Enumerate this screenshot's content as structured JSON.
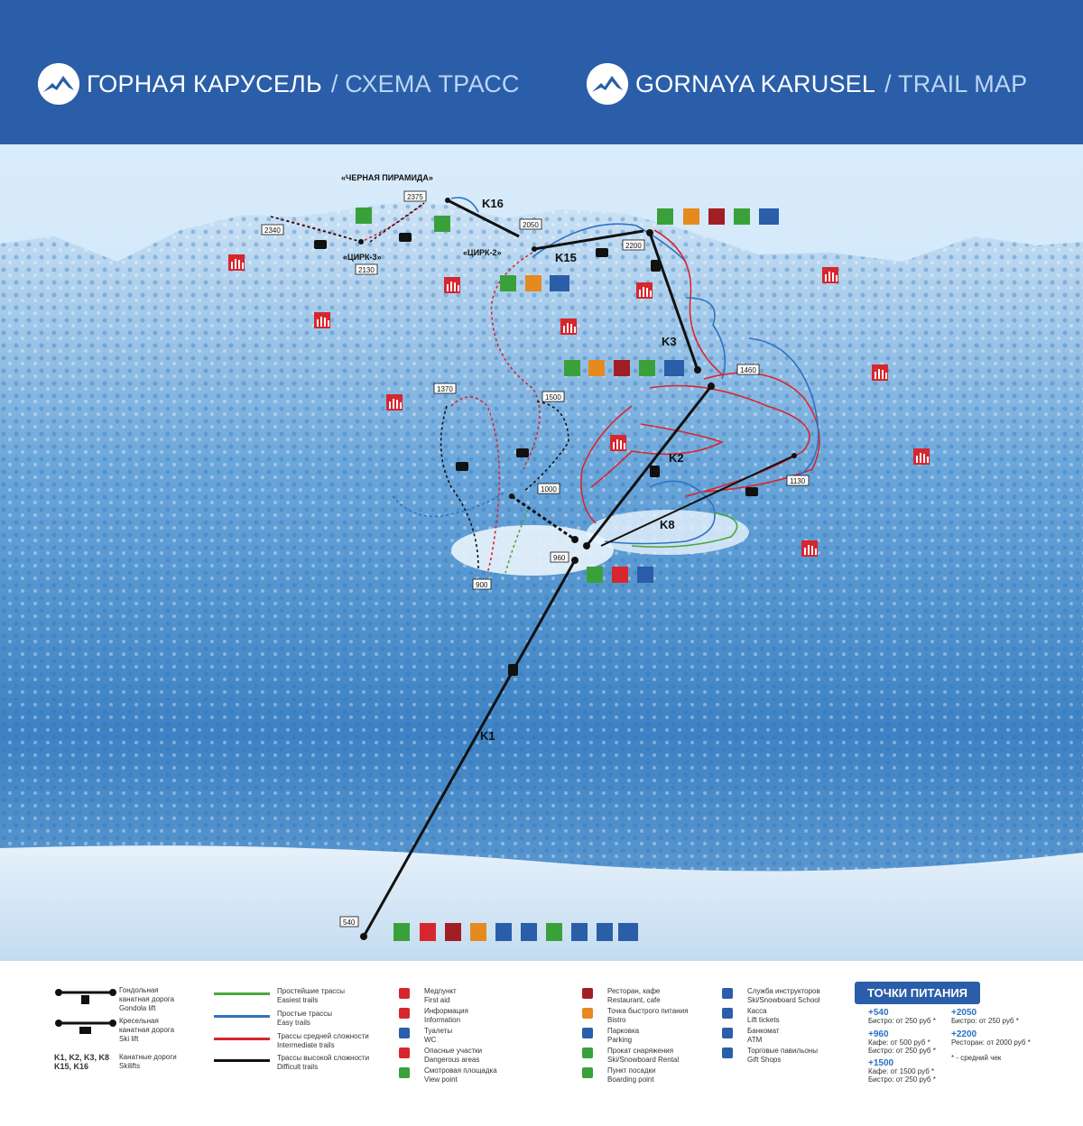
{
  "header": {
    "title_ru": "ГОРНАЯ КАРУСЕЛЬ",
    "sub_ru": "/ СХЕМА ТРАСС",
    "title_en": "GORNAYA KARUSEL",
    "sub_en": "/ TRAIL MAP"
  },
  "map": {
    "peak_name": "«ЧЕРНАЯ ПИРАМИДА»",
    "zones": [
      "«ЦИРК-3»",
      "«ЦИРК-2»"
    ],
    "lifts": [
      {
        "id": "K16"
      },
      {
        "id": "K15"
      },
      {
        "id": "K3"
      },
      {
        "id": "K2"
      },
      {
        "id": "K8"
      },
      {
        "id": "K1"
      }
    ],
    "elevations": [
      "2375",
      "2340",
      "2130",
      "2050",
      "2200",
      "1460",
      "1370",
      "1500",
      "1000",
      "1130",
      "960",
      "900",
      "540"
    ]
  },
  "legend": {
    "lifts": [
      {
        "text": "Гондольная\nканатная дорога\nGondola lift"
      },
      {
        "text": "Кресельная\nканатная дорога\nSki lift"
      },
      {
        "codes": "K1, K2, K3, K8\nK15, K16",
        "text": "Канатные дороги\nSkilifts"
      }
    ],
    "trails": [
      {
        "text": "Простейшие трассы\nEasiest trails",
        "color": "#4aa83c"
      },
      {
        "text": "Простые трассы\nEasy trails",
        "color": "#2f73c4"
      },
      {
        "text": "Трассы средней сложности\nIntermediate trails",
        "color": "#d8262e"
      },
      {
        "text": "Трассы высокой сложности\nDifficult trails",
        "color": "#111111"
      }
    ],
    "services_a": [
      {
        "icon": "first-aid-icon",
        "color": "#d8262e",
        "text": "Медпункт\nFirst aid"
      },
      {
        "icon": "information-icon",
        "color": "#d8262e",
        "text": "Информация\nInformation"
      },
      {
        "icon": "wc-icon",
        "color": "#2a5ea8",
        "text": "Туалеты\nWC"
      },
      {
        "icon": "danger-hand-icon",
        "color": "#d8262e",
        "text": "Опасные участки\nDangerous areas"
      },
      {
        "icon": "binoculars-icon",
        "color": "#3aa13a",
        "text": "Смотровая площадка\nView point"
      }
    ],
    "services_b": [
      {
        "icon": "cocktail-icon",
        "color": "#a11f24",
        "text": "Ресторан, кафе\nRestaurant, cafe"
      },
      {
        "icon": "burger-icon",
        "color": "#e68a1f",
        "text": "Точка быстрого питания\nBistro"
      },
      {
        "icon": "parking-icon",
        "color": "#2a5ea8",
        "text": "Парковка\nParking"
      },
      {
        "icon": "ski-boot-icon",
        "color": "#3aa13a",
        "text": "Прокат снаряжения\nSki/Snowboard Rental"
      },
      {
        "icon": "boarding-icon",
        "color": "#3aa13a",
        "text": "Пункт посадки\nBoarding point"
      }
    ],
    "services_c": [
      {
        "icon": "ski-school-icon",
        "color": "#2a5ea8",
        "text": "Служба инструкторов\nSki/Snowboard School"
      },
      {
        "icon": "ticket-icon",
        "color": "#2a5ea8",
        "text": "Касса\nLift tickets"
      },
      {
        "icon": "atm-icon",
        "color": "#2a5ea8",
        "text": "Банкомат\nATM"
      },
      {
        "icon": "gift-shop-icon",
        "color": "#2a5ea8",
        "text": "Торговые павильоны\nGift Shops"
      }
    ]
  },
  "food": {
    "title": "ТОЧКИ ПИТАНИЯ",
    "entries": [
      {
        "alt": "+540",
        "lines": "Бистро: от 250 руб *"
      },
      {
        "alt": "+960",
        "lines": "Кафе: от 500 руб *\nБистро: от 250 руб *"
      },
      {
        "alt": "+1500",
        "lines": "Кафе: от 1500 руб *\nБистро: от 250 руб *"
      },
      {
        "alt": "+2050",
        "lines": "Бистро: от 250 руб *"
      },
      {
        "alt": "+2200",
        "lines": "Ресторан: от 2000 руб *"
      }
    ],
    "note": "* - средний чек"
  },
  "colors": {
    "header_bg": "#2a5ea8",
    "easiest": "#4aa83c",
    "easy": "#2f73c4",
    "intermediate": "#d8262e",
    "difficult": "#111111"
  }
}
